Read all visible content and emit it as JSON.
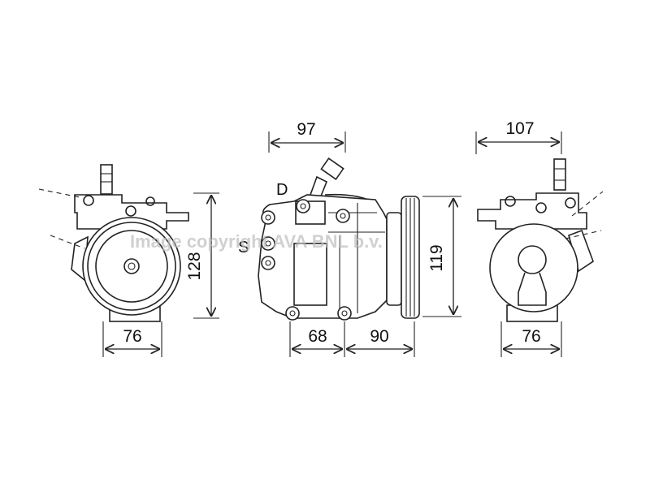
{
  "watermark": "Image copyright AVA BNL b.v.",
  "labels": {
    "discharge": "D",
    "suction": "S"
  },
  "dimensions": {
    "left_width": "76",
    "left_height": "128",
    "center_top": "97",
    "center_bottom_left": "68",
    "center_bottom_right": "90",
    "center_height": "119",
    "right_top": "107",
    "right_width": "76"
  }
}
